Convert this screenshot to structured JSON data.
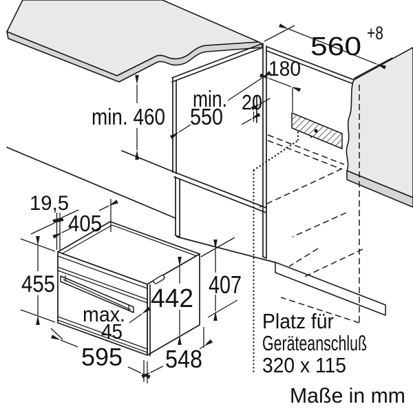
{
  "drawing": {
    "title_hint": "built-in oven installation diagram",
    "colors": {
      "line": "#1a1a1a",
      "surface": "#e9e9e9",
      "edge_band": "#d6d6d6"
    },
    "dims": {
      "niche_width": "560",
      "niche_width_tolerance": "+8",
      "connection_offset": "180",
      "connection_gap": "20",
      "niche_depth_prefix": "min.",
      "niche_depth": "550",
      "niche_height": "min. 460",
      "front_overhang": "19,5",
      "top_depth": "405",
      "appliance_height": "455",
      "body_height": "442",
      "right_height": "407",
      "door_gap_prefix": "max.",
      "door_gap": "45",
      "appliance_width": "595",
      "body_depth": "548"
    },
    "notes": {
      "connection_line1": "Platz für",
      "connection_line2": "Geräteanschluß",
      "connection_line3": "320 x 115",
      "units": "Maße in mm"
    }
  }
}
